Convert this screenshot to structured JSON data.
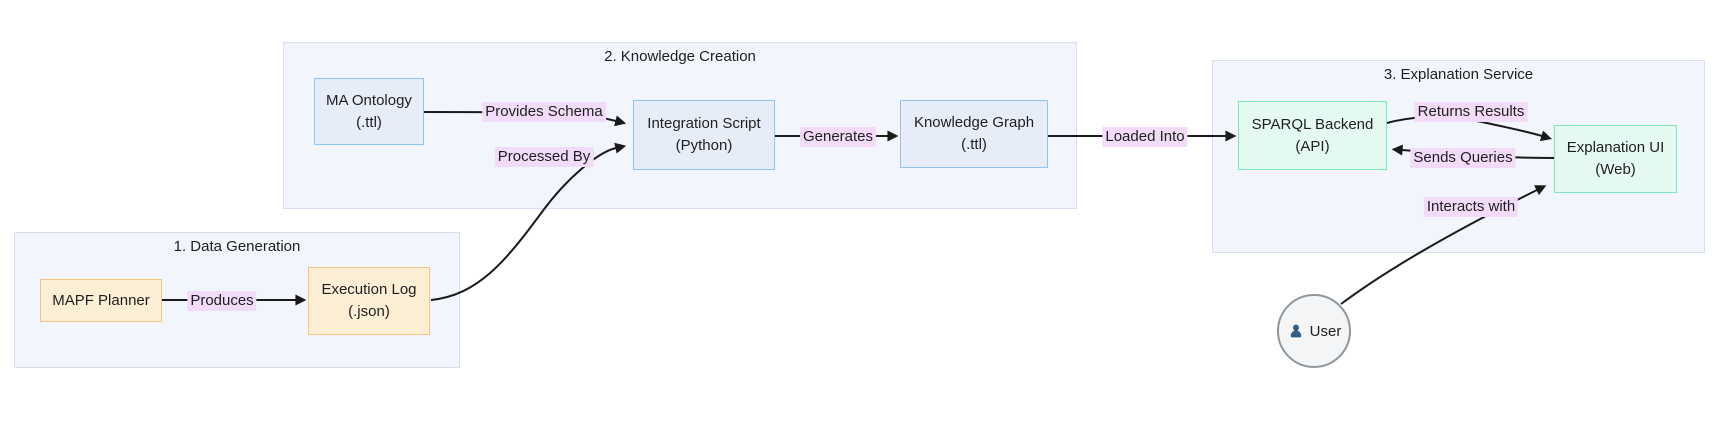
{
  "diagram": {
    "subgraphs": [
      {
        "id": "data-generation",
        "title": "1. Data Generation"
      },
      {
        "id": "knowledge-creation",
        "title": "2. Knowledge Creation"
      },
      {
        "id": "explanation-service",
        "title": "3. Explanation Service"
      }
    ],
    "nodes": [
      {
        "id": "mapf-planner",
        "label": "MAPF Planner"
      },
      {
        "id": "execution-log",
        "label": "Execution Log\n(.json)"
      },
      {
        "id": "ma-ontology",
        "label": "MA Ontology\n(.ttl)"
      },
      {
        "id": "integration-script",
        "label": "Integration Script\n(Python)"
      },
      {
        "id": "knowledge-graph",
        "label": "Knowledge Graph\n(.ttl)"
      },
      {
        "id": "sparql-backend",
        "label": "SPARQL Backend\n(API)"
      },
      {
        "id": "explanation-ui",
        "label": "Explanation UI\n(Web)"
      },
      {
        "id": "user",
        "label": "User"
      }
    ],
    "edges": [
      {
        "id": "produces",
        "label": "Produces"
      },
      {
        "id": "processed-by",
        "label": "Processed By"
      },
      {
        "id": "provides-schema",
        "label": "Provides Schema"
      },
      {
        "id": "generates",
        "label": "Generates"
      },
      {
        "id": "loaded-into",
        "label": "Loaded Into"
      },
      {
        "id": "returns-results",
        "label": "Returns Results"
      },
      {
        "id": "sends-queries",
        "label": "Sends Queries"
      },
      {
        "id": "interacts-with",
        "label": "Interacts with"
      }
    ],
    "colors": {
      "text": "#1f1f1f",
      "subgraph_fill": "#f2f6fc",
      "subgraph_border": "#d7e0f0",
      "orange_fill": "#fdeed6",
      "orange_border": "#f6c481",
      "blue_fill": "#e7edf8",
      "blue_border": "#90c5f2",
      "green_fill": "#e4faf0",
      "green_border": "#7ae8bf",
      "edge_label_bg": "#f2dbf9",
      "edge_stroke": "#1a1a1a",
      "user_circle_fill": "#f3f5f7",
      "user_circle_border": "#8e979e",
      "user_icon": "#2d5f87"
    }
  }
}
